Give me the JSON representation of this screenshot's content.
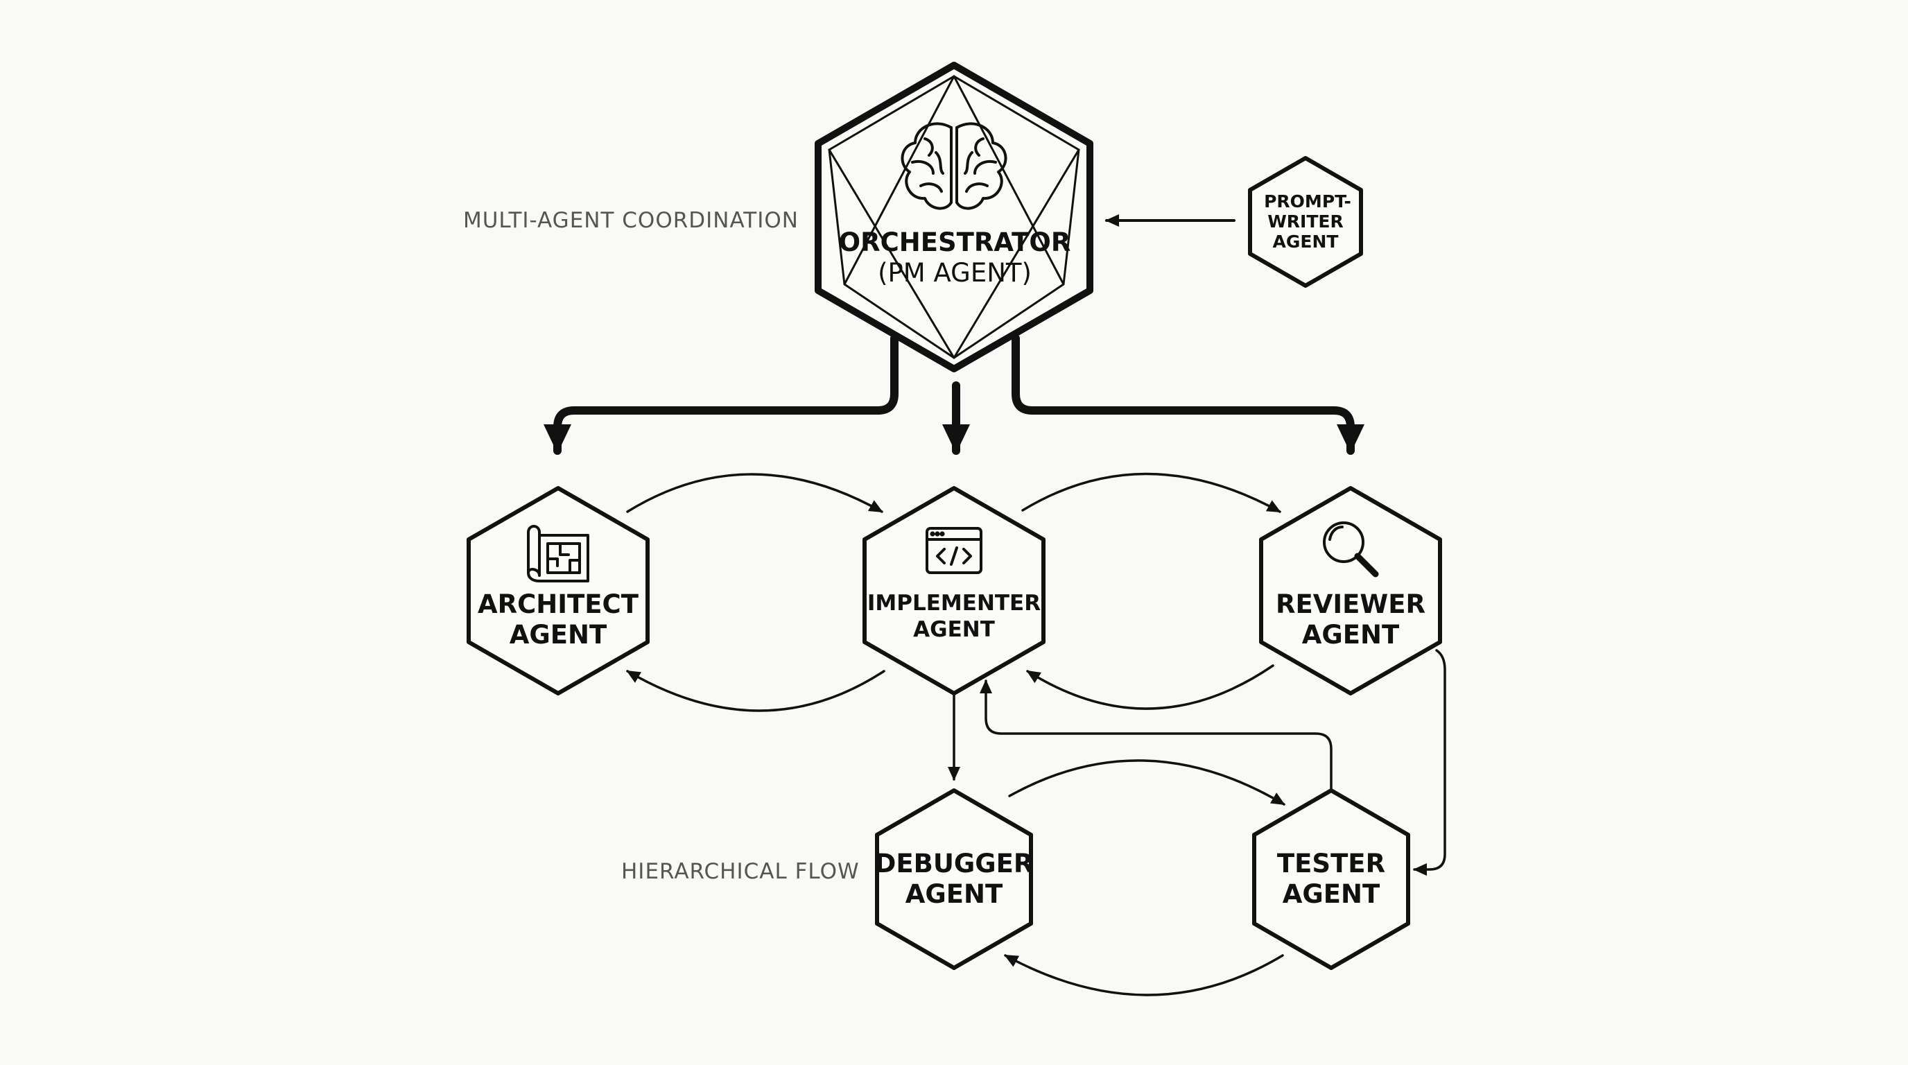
{
  "captions": {
    "coordination": "MULTI-AGENT COORDINATION",
    "flow": "HIERARCHICAL FLOW"
  },
  "nodes": {
    "orchestrator": {
      "line1": "ORCHESTRATOR",
      "line2": "(PM AGENT)",
      "icon": "brain-icon"
    },
    "prompt_writer": {
      "line1": "PROMPT-",
      "line2": "WRITER",
      "line3": "AGENT"
    },
    "architect": {
      "line1": "ARCHITECT",
      "line2": "AGENT",
      "icon": "blueprint-icon"
    },
    "implementer": {
      "line1": "IMPLEMENTER",
      "line2": "AGENT",
      "icon": "code-window-icon"
    },
    "reviewer": {
      "line1": "REVIEWER",
      "line2": "AGENT",
      "icon": "magnifier-icon"
    },
    "debugger": {
      "line1": "DEBUGGER",
      "line2": "AGENT"
    },
    "tester": {
      "line1": "TESTER",
      "line2": "AGENT"
    }
  },
  "colors": {
    "background": "#f9f9f6",
    "stroke": "#111111",
    "caption": "#555555"
  }
}
